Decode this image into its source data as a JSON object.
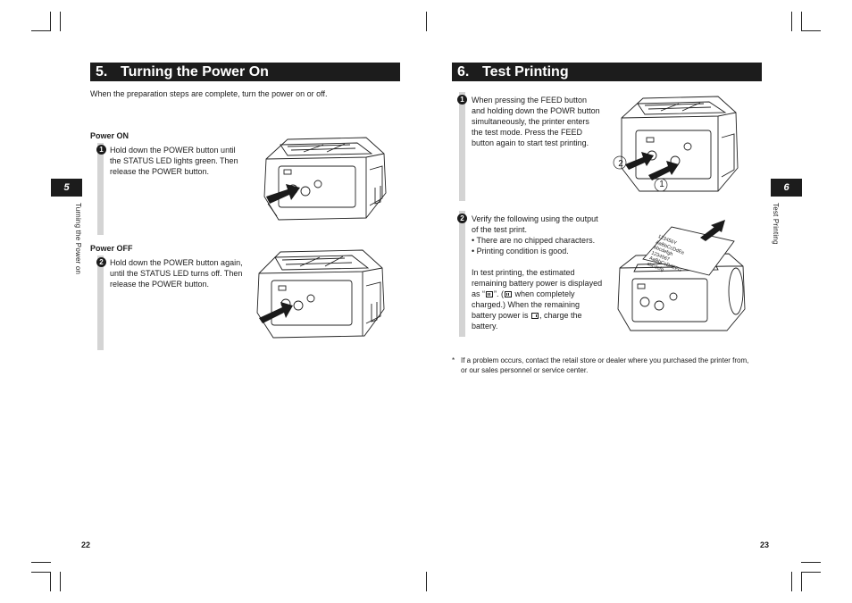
{
  "left_page": {
    "heading_number": "5.",
    "heading_title": "Turning the Power On",
    "intro": "When the preparation steps are complete, turn the power on or off.",
    "power_on": {
      "label": "Power ON",
      "step_number": "1",
      "text": "Hold down the POWER button until the STATUS LED lights green. Then release the POWER button."
    },
    "power_off": {
      "label": "Power OFF",
      "step_number": "2",
      "text": "Hold down the POWER button again, until the STATUS LED turns off. Then release the POWER button."
    },
    "side_tab": "5",
    "side_text": "Turning the Power on",
    "page_number": "22"
  },
  "right_page": {
    "heading_number": "6.",
    "heading_title": "Test Printing",
    "step1": {
      "step_number": "1",
      "text": "When pressing the FEED button and holding down the POWR button simultaneously, the printer enters the test mode. Press the FEED button again to start test printing.",
      "callout_a": "2",
      "callout_b": "1"
    },
    "step2": {
      "step_number": "2",
      "intro": "Verify the following using the output of the test print.",
      "bullets": [
        "• There are no chipped characters.",
        "• Printing condition is good."
      ],
      "battery_a": "In test printing, the estimated remaining battery power is displayed as “",
      "battery_b": "”. (",
      "battery_c": " when completely charged.) When the remaining battery power is ",
      "battery_d": ", charge the battery.",
      "print_lines": [
        "123456Y",
        "AaBbCcDdEe",
        "abcdefgh",
        "1234567",
        "AaBbCcDdEFG",
        "abcdefg"
      ]
    },
    "footnote_mark": "*",
    "footnote": "If a problem occurs, contact the retail store or dealer where you purchased the printer from, or our sales personnel or service center.",
    "side_tab": "6",
    "side_text": "Test Printing",
    "page_number": "23"
  }
}
